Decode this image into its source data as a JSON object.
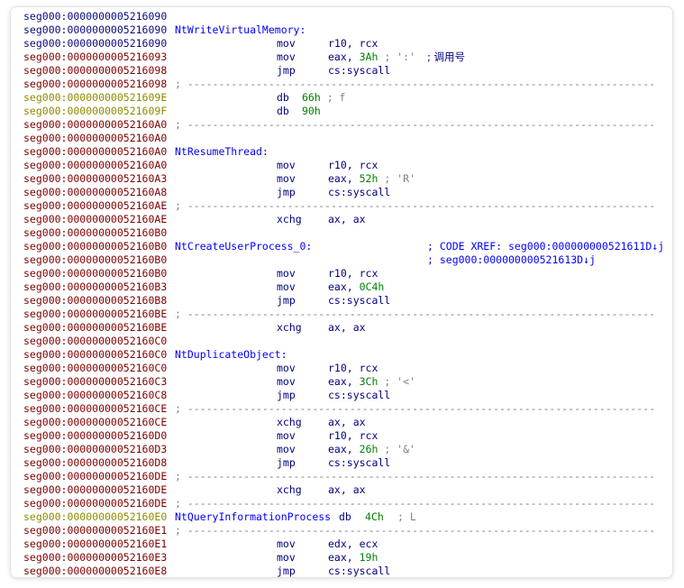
{
  "listing": {
    "lines": [
      {
        "kind": "blank",
        "addr": "seg000:0000000005216090",
        "tone": "blue"
      },
      {
        "kind": "label",
        "addr": "seg000:0000000005216090",
        "tone": "blue",
        "label": "NtWriteVirtualMemory:"
      },
      {
        "kind": "insn",
        "addr": "seg000:0000000005216090",
        "tone": "blue",
        "mnemonic": "mov",
        "operand": "r10, rcx"
      },
      {
        "kind": "insn",
        "addr": "seg000:0000000005216093",
        "tone": "dark",
        "mnemonic": "mov",
        "op_prefix": "eax, ",
        "op_num": "3Ah",
        "op_comment": " ; ':'",
        "comment_zh": "; 调用号"
      },
      {
        "kind": "insn",
        "addr": "seg000:0000000005216098",
        "tone": "dark",
        "mnemonic": "jmp",
        "operand": "cs:syscall"
      },
      {
        "kind": "sep",
        "addr": "seg000:0000000005216098",
        "tone": "dark",
        "sep": "; ---------------------------------------------------------------------------"
      },
      {
        "kind": "db",
        "addr": "seg000:000000000521609E",
        "tone": "olive",
        "mnemonic": "db",
        "op_num": "66h",
        "op_comment": " ; f"
      },
      {
        "kind": "db",
        "addr": "seg000:000000000521609F",
        "tone": "olive",
        "mnemonic": "db",
        "op_num": "90h",
        "op_comment": ""
      },
      {
        "kind": "sep",
        "addr": "seg000:00000000052160A0",
        "tone": "dark",
        "sep": "; ---------------------------------------------------------------------------"
      },
      {
        "kind": "blank",
        "addr": "seg000:00000000052160A0",
        "tone": "dark"
      },
      {
        "kind": "label",
        "addr": "seg000:00000000052160A0",
        "tone": "dark",
        "label": "NtResumeThread:"
      },
      {
        "kind": "insn",
        "addr": "seg000:00000000052160A0",
        "tone": "dark",
        "mnemonic": "mov",
        "operand": "r10, rcx"
      },
      {
        "kind": "insn",
        "addr": "seg000:00000000052160A3",
        "tone": "dark",
        "mnemonic": "mov",
        "op_prefix": "eax, ",
        "op_num": "52h",
        "op_comment": " ; 'R'"
      },
      {
        "kind": "insn",
        "addr": "seg000:00000000052160A8",
        "tone": "dark",
        "mnemonic": "jmp",
        "operand": "cs:syscall"
      },
      {
        "kind": "sep",
        "addr": "seg000:00000000052160AE",
        "tone": "dark",
        "sep": "; ---------------------------------------------------------------------------"
      },
      {
        "kind": "insn",
        "addr": "seg000:00000000052160AE",
        "tone": "dark",
        "mnemonic": "xchg",
        "operand": "ax, ax"
      },
      {
        "kind": "blank",
        "addr": "seg000:00000000052160B0",
        "tone": "dark"
      },
      {
        "kind": "xref",
        "addr": "seg000:00000000052160B0",
        "tone": "dark",
        "label": "NtCreateUserProcess_0:",
        "comment": "; CODE XREF: seg000:000000000521611D↓j"
      },
      {
        "kind": "xref",
        "addr": "seg000:00000000052160B0",
        "tone": "dark",
        "label": "",
        "comment": "; seg000:000000000521613D↓j"
      },
      {
        "kind": "insn",
        "addr": "seg000:00000000052160B0",
        "tone": "dark",
        "mnemonic": "mov",
        "operand": "r10, rcx"
      },
      {
        "kind": "insn",
        "addr": "seg000:00000000052160B3",
        "tone": "dark",
        "mnemonic": "mov",
        "op_prefix": "eax, ",
        "op_num": "0C4h",
        "op_comment": ""
      },
      {
        "kind": "insn",
        "addr": "seg000:00000000052160B8",
        "tone": "dark",
        "mnemonic": "jmp",
        "operand": "cs:syscall"
      },
      {
        "kind": "sep",
        "addr": "seg000:00000000052160BE",
        "tone": "dark",
        "sep": "; ---------------------------------------------------------------------------"
      },
      {
        "kind": "insn",
        "addr": "seg000:00000000052160BE",
        "tone": "dark",
        "mnemonic": "xchg",
        "operand": "ax, ax"
      },
      {
        "kind": "blank",
        "addr": "seg000:00000000052160C0",
        "tone": "dark"
      },
      {
        "kind": "label",
        "addr": "seg000:00000000052160C0",
        "tone": "dark",
        "label": "NtDuplicateObject:"
      },
      {
        "kind": "insn",
        "addr": "seg000:00000000052160C0",
        "tone": "dark",
        "mnemonic": "mov",
        "operand": "r10, rcx"
      },
      {
        "kind": "insn",
        "addr": "seg000:00000000052160C3",
        "tone": "dark",
        "mnemonic": "mov",
        "op_prefix": "eax, ",
        "op_num": "3Ch",
        "op_comment": " ; '<'"
      },
      {
        "kind": "insn",
        "addr": "seg000:00000000052160C8",
        "tone": "dark",
        "mnemonic": "jmp",
        "operand": "cs:syscall"
      },
      {
        "kind": "sep",
        "addr": "seg000:00000000052160CE",
        "tone": "dark",
        "sep": "; ---------------------------------------------------------------------------"
      },
      {
        "kind": "insn",
        "addr": "seg000:00000000052160CE",
        "tone": "dark",
        "mnemonic": "xchg",
        "operand": "ax, ax"
      },
      {
        "kind": "insn",
        "addr": "seg000:00000000052160D0",
        "tone": "dark",
        "mnemonic": "mov",
        "operand": "r10, rcx"
      },
      {
        "kind": "insn",
        "addr": "seg000:00000000052160D3",
        "tone": "dark",
        "mnemonic": "mov",
        "op_prefix": "eax, ",
        "op_num": "26h",
        "op_comment": " ; '&'"
      },
      {
        "kind": "insn",
        "addr": "seg000:00000000052160D8",
        "tone": "dark",
        "mnemonic": "jmp",
        "operand": "cs:syscall"
      },
      {
        "kind": "sep",
        "addr": "seg000:00000000052160DE",
        "tone": "dark",
        "sep": "; ---------------------------------------------------------------------------"
      },
      {
        "kind": "insn",
        "addr": "seg000:00000000052160DE",
        "tone": "dark",
        "mnemonic": "xchg",
        "operand": "ax, ax"
      },
      {
        "kind": "sep",
        "addr": "seg000:00000000052160DE",
        "tone": "dark",
        "sep": "; ---------------------------------------------------------------------------"
      },
      {
        "kind": "dblabel",
        "addr": "seg000:00000000052160E0",
        "tone": "olive",
        "label": "NtQueryInformationProcess",
        "mnemonic": "db",
        "op_num": "4Ch",
        "op_comment": "; L"
      },
      {
        "kind": "sep",
        "addr": "seg000:00000000052160E1",
        "tone": "dark",
        "sep": "; ---------------------------------------------------------------------------"
      },
      {
        "kind": "insn",
        "addr": "seg000:00000000052160E1",
        "tone": "dark",
        "mnemonic": "mov",
        "operand": "edx, ecx"
      },
      {
        "kind": "insn",
        "addr": "seg000:00000000052160E3",
        "tone": "dark",
        "mnemonic": "mov",
        "op_prefix": "eax, ",
        "op_num": "19h",
        "op_comment": ""
      },
      {
        "kind": "insn",
        "addr": "seg000:00000000052160E8",
        "tone": "dark",
        "mnemonic": "jmp",
        "operand": "cs:syscall"
      }
    ]
  },
  "colors": {
    "addr_blue": "#0a0a80",
    "addr_dark": "#800000",
    "addr_olive": "#8c8c00",
    "label": "#0000ff",
    "number": "#008000",
    "comment": "#808080"
  }
}
